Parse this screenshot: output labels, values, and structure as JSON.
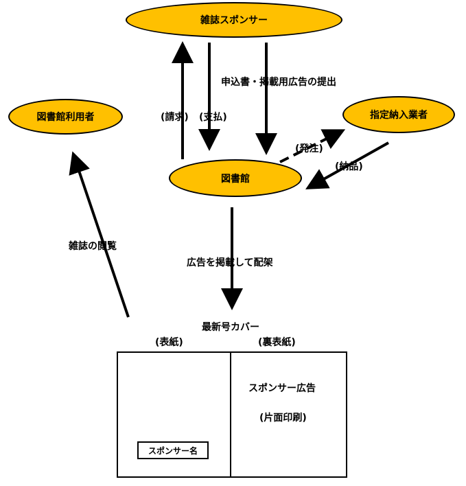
{
  "nodes": {
    "sponsor": "雑誌スポンサー",
    "library_users": "図書館利用者",
    "vendor": "指定納入業者",
    "library": "図書館"
  },
  "edges": {
    "request": "(請求)",
    "payment": "(支払)",
    "submit": "申込書・掲載用広告の提出",
    "order": "(発注)",
    "delivery": "(納品)",
    "browse": "雑誌の閲覧",
    "display": "広告を掲載して配架"
  },
  "cover": {
    "title": "最新号カバー",
    "front_label": "(表紙)",
    "back_label": "(裏表紙)",
    "sponsor_ad": "スポンサー広告",
    "print_note": "(片面印刷)",
    "sponsor_name": "スポンサー名"
  }
}
